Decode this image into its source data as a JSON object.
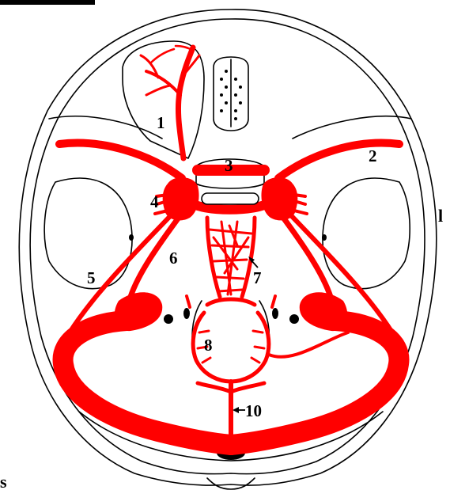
{
  "labels": {
    "l1": "1",
    "l2": "2",
    "l3": "3",
    "l4": "4",
    "l5": "5",
    "l6": "6",
    "l7": "7",
    "l8": "8",
    "l10": "10"
  },
  "edge_fragments": {
    "right_bracket": "l",
    "bottom_left": "s"
  },
  "colors": {
    "vessel": "#ff0000",
    "outline": "#000000",
    "background": "#ffffff"
  }
}
